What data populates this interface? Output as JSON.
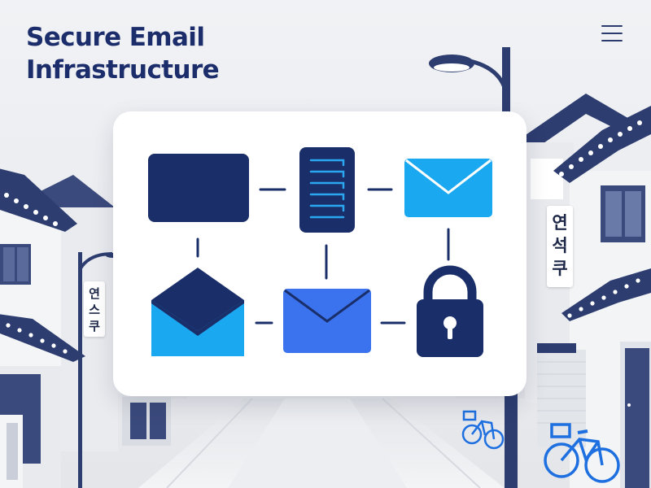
{
  "header": {
    "title_line1": "Secure Email",
    "title_line2": "Infrastructure"
  },
  "menu": {
    "icon": "hamburger-menu-icon"
  },
  "street_signs": {
    "left": [
      "연",
      "스",
      "쿠"
    ],
    "right": [
      "연",
      "석",
      "쿠"
    ]
  },
  "diagram": {
    "icons": [
      "mail-block-icon",
      "server-icon",
      "envelope-icon",
      "open-envelope-icon",
      "envelope-blue-icon",
      "lock-icon"
    ]
  },
  "colors": {
    "title": "#1c2d6b",
    "navy": "#1a2f6a",
    "sky_blue": "#1aa8f0",
    "mid_blue": "#3b73ee",
    "background": "#eceef2"
  }
}
